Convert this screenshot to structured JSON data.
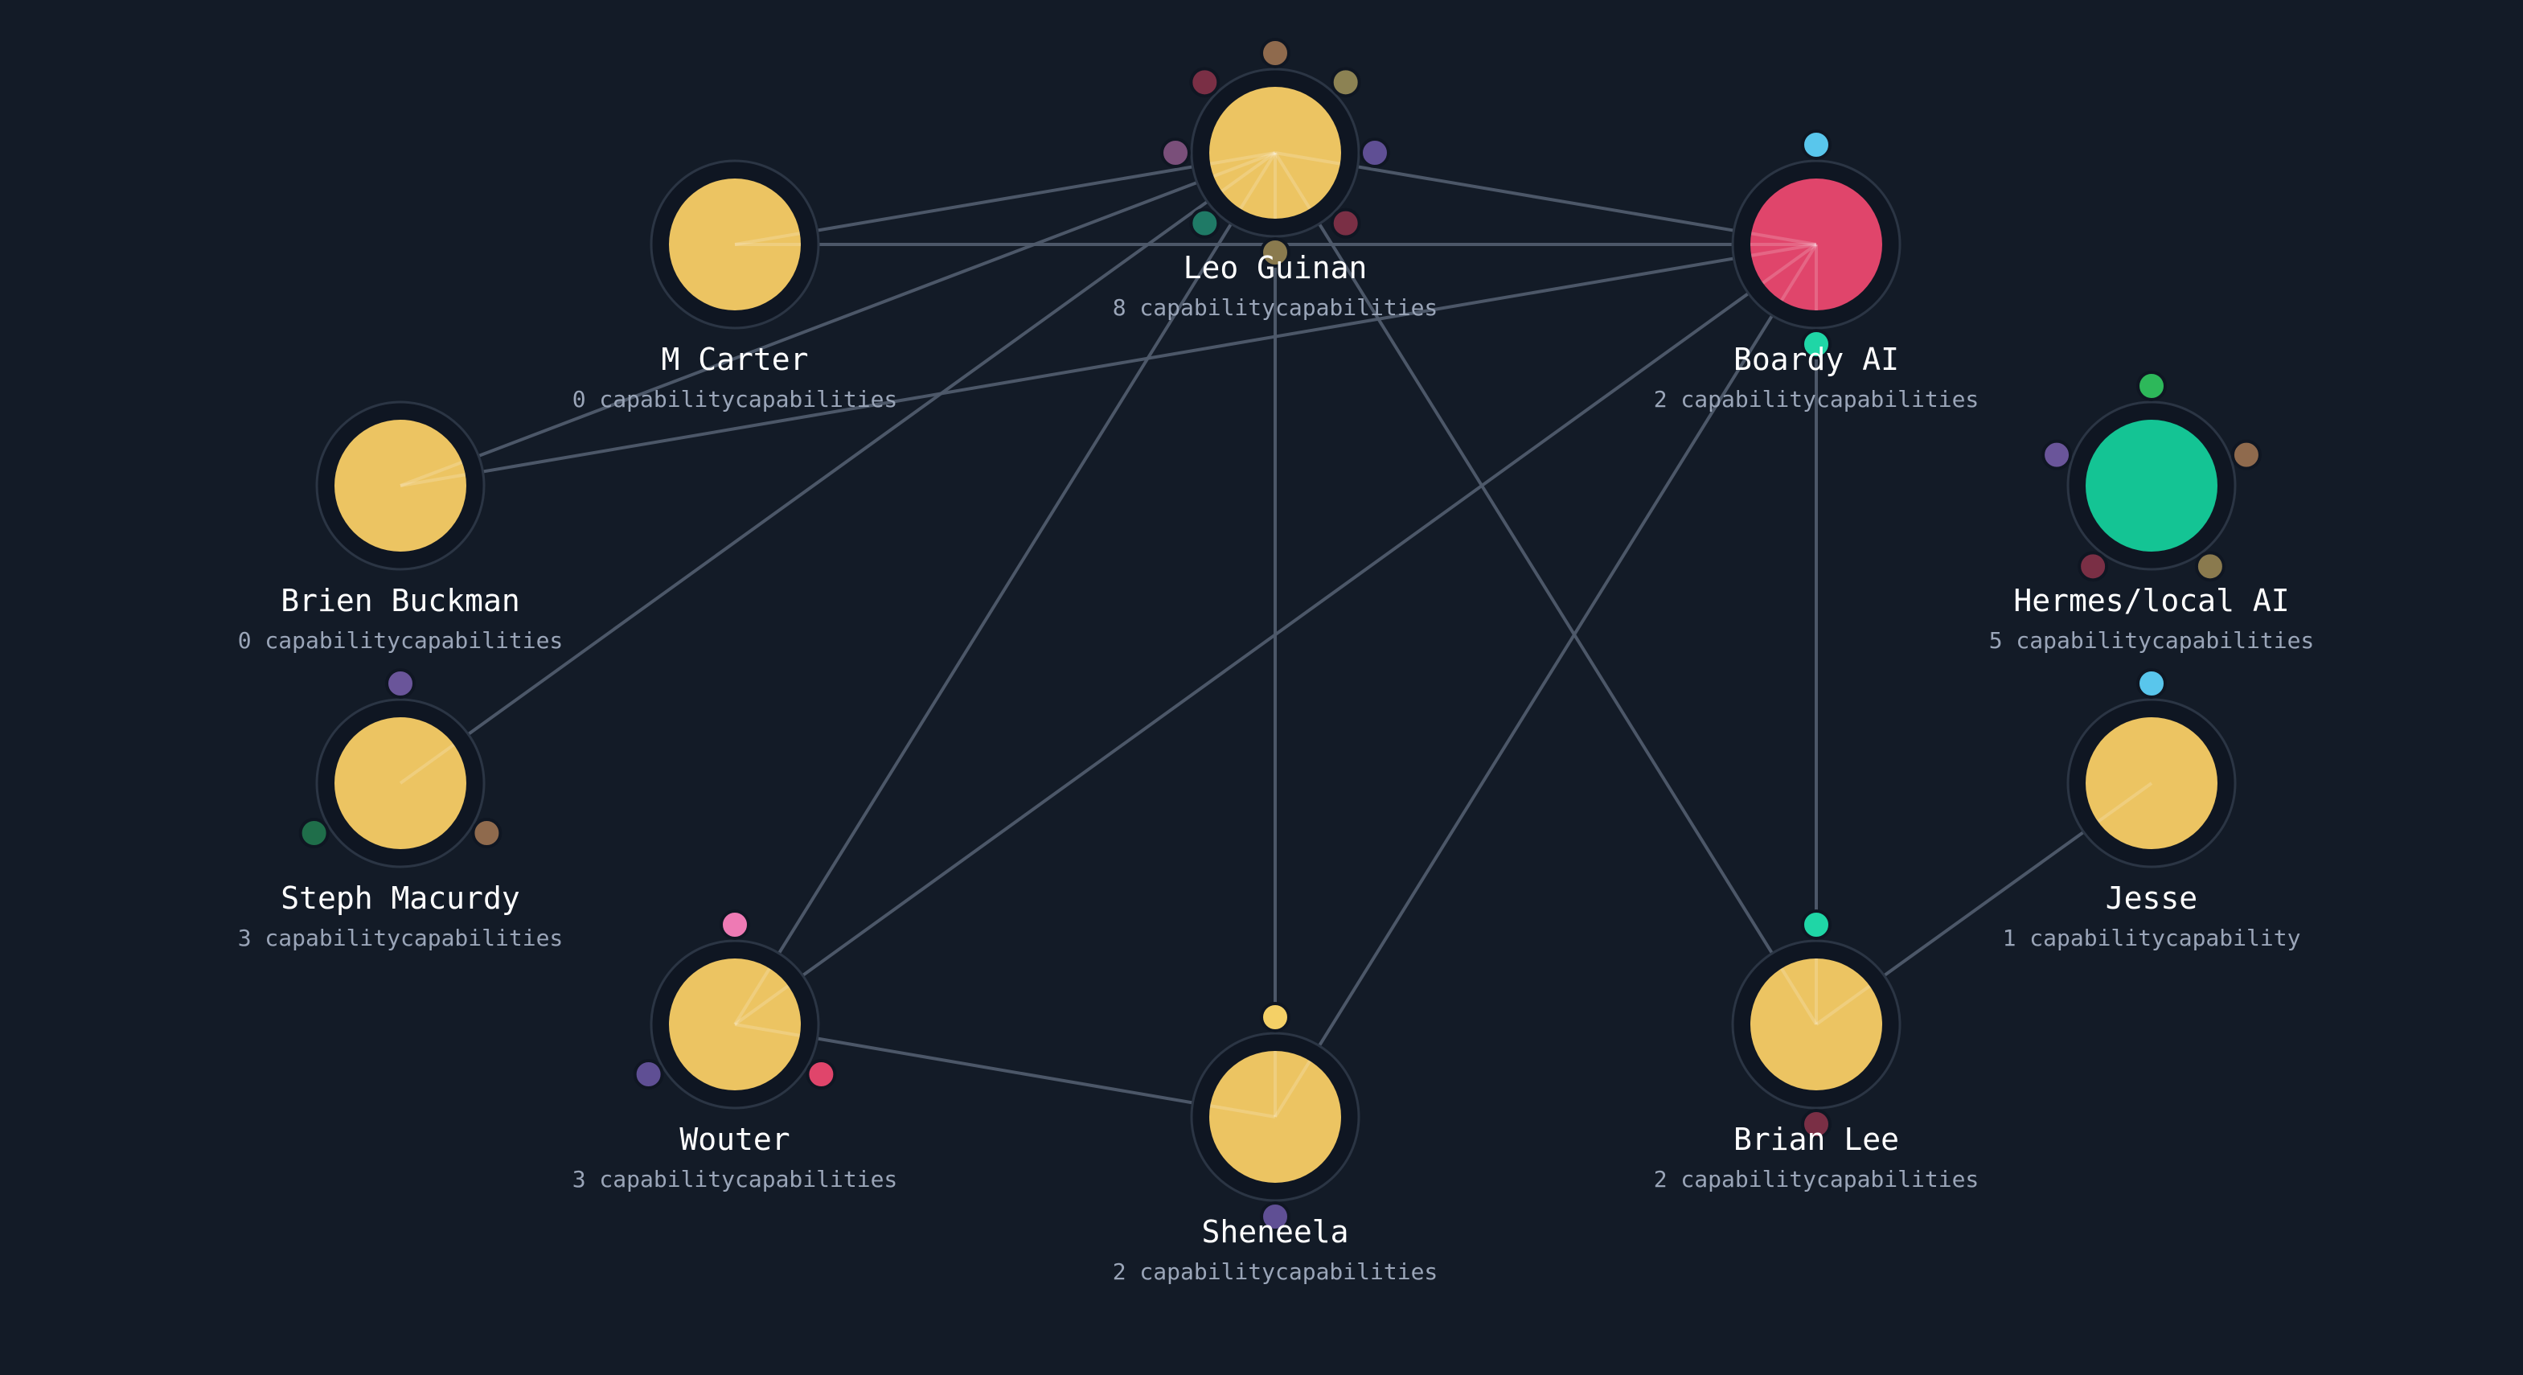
{
  "palette": {
    "background": "#131b27",
    "edge": "#4f5b6c",
    "halo_fill": "#0f1622",
    "halo_stroke": "#2b3544",
    "satellite_stroke": "#0f1622"
  },
  "nodes": [
    {
      "id": "leo",
      "name": "Leo Guinan",
      "caps_label": "8 capabilitycapabilities",
      "color": "#ecc462",
      "satellites": [
        "#8f6a4d",
        "#8c8253",
        "#7a2f45",
        "#5f4f94",
        "#8a7a4e",
        "#1f7a66",
        "#7a4f7a",
        "#7a2f45"
      ]
    },
    {
      "id": "mcarter",
      "name": "M Carter",
      "caps_label": "0 capabilitycapabilities",
      "color": "#ecc462",
      "satellites": []
    },
    {
      "id": "boardy",
      "name": "Boardy AI",
      "caps_label": "2 capabilitycapabilities",
      "color": "#e0456b",
      "satellites": [
        "#59c6ec",
        "#1fd6a6"
      ]
    },
    {
      "id": "brien",
      "name": "Brien Buckman",
      "caps_label": "0 capabilitycapabilities",
      "color": "#ecc462",
      "satellites": []
    },
    {
      "id": "hermes",
      "name": "Hermes/local AI",
      "caps_label": "5 capabilitycapabilities",
      "color": "#14c494",
      "satellites": [
        "#2db85a",
        "#8f6a4d",
        "#8a7a4e",
        "#7a2f45",
        "#6a559a"
      ]
    },
    {
      "id": "steph",
      "name": "Steph Macurdy",
      "caps_label": "3 capabilitycapabilities",
      "color": "#ecc462",
      "satellites": [
        "#6a559a",
        "#8f6a4d",
        "#1f6e4a"
      ]
    },
    {
      "id": "jesse",
      "name": "Jesse",
      "caps_label": "1 capabilitycapability",
      "color": "#ecc462",
      "satellites": [
        "#59c6ec"
      ]
    },
    {
      "id": "wouter",
      "name": "Wouter",
      "caps_label": "3 capabilitycapabilities",
      "color": "#ecc462",
      "satellites": [
        "#ee7ab4",
        "#e0456b",
        "#5f4f94"
      ]
    },
    {
      "id": "sheneela",
      "name": "Sheneela",
      "caps_label": "2 capabilitycapabilities",
      "color": "#ecc462",
      "satellites": [
        "#f4d066",
        "#5f4f94"
      ]
    },
    {
      "id": "brianlee",
      "name": "Brian Lee",
      "caps_label": "2 capabilitycapabilities",
      "color": "#ecc462",
      "satellites": [
        "#1fd6a6",
        "#7a2f45"
      ]
    }
  ],
  "edges": [
    [
      "mcarter",
      "leo"
    ],
    [
      "mcarter",
      "boardy"
    ],
    [
      "leo",
      "boardy"
    ],
    [
      "brien",
      "leo"
    ],
    [
      "brien",
      "boardy"
    ],
    [
      "steph",
      "leo"
    ],
    [
      "wouter",
      "leo"
    ],
    [
      "wouter",
      "boardy"
    ],
    [
      "wouter",
      "sheneela"
    ],
    [
      "sheneela",
      "leo"
    ],
    [
      "sheneela",
      "boardy"
    ],
    [
      "brianlee",
      "leo"
    ],
    [
      "brianlee",
      "boardy"
    ],
    [
      "brianlee",
      "jesse"
    ]
  ]
}
